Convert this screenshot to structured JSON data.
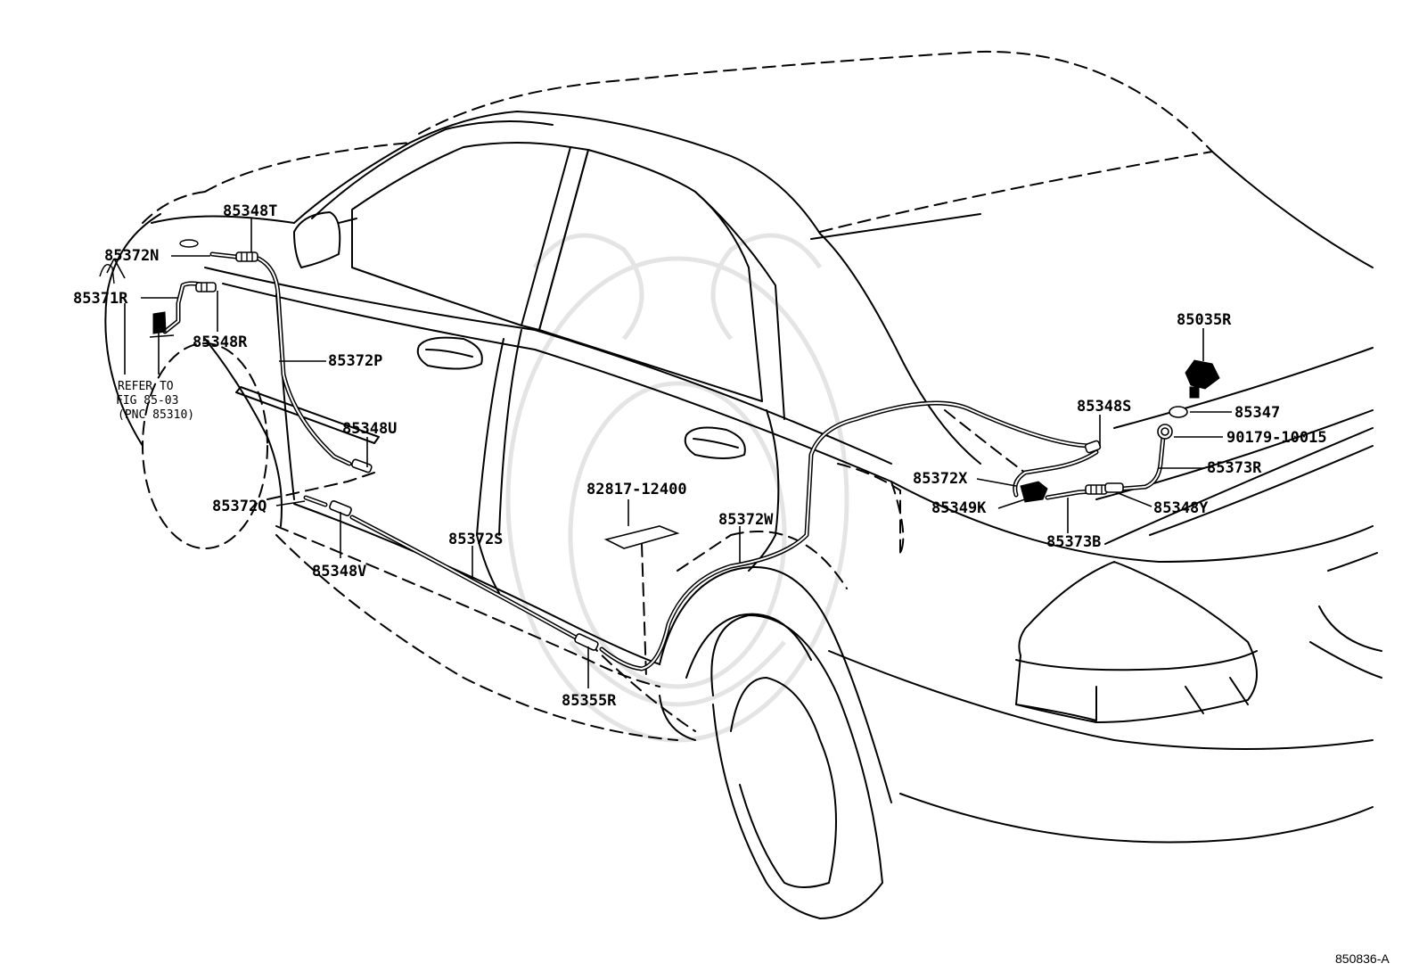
{
  "diagram_id": "850836-A",
  "refer_note": [
    "REFER TO",
    "FIG 85-03",
    "(PNC 85310)"
  ],
  "parts": {
    "p85348T": "85348T",
    "p85372N": "85372N",
    "p85371R": "85371R",
    "p85348R": "85348R",
    "p85372P": "85372P",
    "p85348U": "85348U",
    "p85372Q": "85372Q",
    "p85348V": "85348V",
    "p85372S": "85372S",
    "p82817": "82817-12400",
    "p85355R": "85355R",
    "p85372W": "85372W",
    "p85035R": "85035R",
    "p85347": "85347",
    "p90179": "90179-10015",
    "p85348S": "85348S",
    "p85372X": "85372X",
    "p85373R": "85373R",
    "p85349K": "85349K",
    "p85348Y": "85348Y",
    "p85373B": "85373B"
  }
}
